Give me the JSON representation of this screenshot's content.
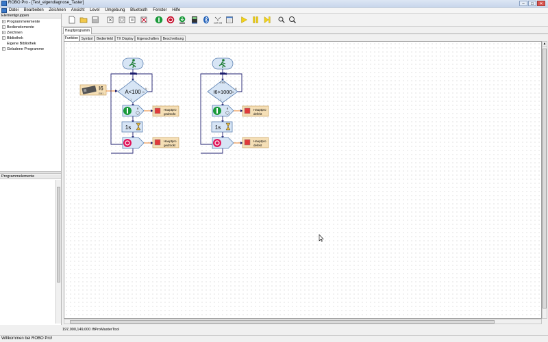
{
  "window": {
    "title": "ROBO Pro - [Test_eigendiagnose_Taster]",
    "minimize": "–",
    "maximize": "□",
    "close": "✕"
  },
  "menu": [
    "Datei",
    "Bearbeiten",
    "Zeichnen",
    "Ansicht",
    "Level",
    "Umgebung",
    "Bluetooth",
    "Fenster",
    "Hilfe"
  ],
  "toolbar": {
    "icons": [
      "new-file-icon",
      "open-folder-icon",
      "save-icon",
      "cut-icon",
      "copy-icon",
      "paste-icon",
      "delete-icon",
      "start-icon",
      "stop-icon",
      "download-icon",
      "interface-icon",
      "bluetooth-icon",
      "com-usb-icon",
      "window-icon",
      "play-icon",
      "pause-icon",
      "step-icon",
      "zoom-in-icon",
      "zoom-icon"
    ],
    "com_label": "COM USB"
  },
  "left": {
    "groups_header": "Elementgruppen",
    "groups": [
      {
        "label": "Programmelemente",
        "expand": "+"
      },
      {
        "label": "Bedienelemente",
        "expand": "+"
      },
      {
        "label": "Zeichnen",
        "expand": "+"
      },
      {
        "label": "Bibliothek",
        "expand": "+"
      },
      {
        "label": "Eigene Bibliothek",
        "expand": ""
      },
      {
        "label": "Geladene Programme",
        "expand": "+"
      }
    ],
    "elements_header": "Programmelemente"
  },
  "tabs": {
    "program": "Hauptprogramm",
    "views": [
      "Funktion",
      "Symbol",
      "Bedienfeld",
      "TX Display",
      "Eigenschaften",
      "Beschreibung"
    ]
  },
  "flow1": {
    "input_label": "I6",
    "input_sub": "EM1",
    "compare": "A<100",
    "compare_port": "I1",
    "wait": "1s",
    "pin": "8",
    "box1_line1": "Hauptpro",
    "box1_line2": "gedrückt",
    "box2_line1": "Hauptpro",
    "box2_line2": "gedrückt",
    "branch_yes": "J",
    "branch_no": "N"
  },
  "flow2": {
    "compare": "I6>1000",
    "compare_top": "EM1",
    "compare_port": "I1",
    "wait": "1s",
    "pin": "8",
    "box1_line1": "Hauptpro",
    "box1_line2": "defekt",
    "box2_line1": "Hauptpro",
    "box2_line2": "defekt",
    "branch_yes": "J",
    "branch_no": "N"
  },
  "status": {
    "coords": "197,000,149,000  /ftProMasterTool",
    "message": "Willkommen bei ROBO Pro!"
  },
  "colors": {
    "start": "#d7e5f5",
    "start_border": "#5a7fb0",
    "green": "#1a9a3a",
    "red": "#c8102e",
    "flow_line": "#1c1c6e",
    "orange": "#e8822a",
    "label_bg": "#f5dfb6"
  }
}
